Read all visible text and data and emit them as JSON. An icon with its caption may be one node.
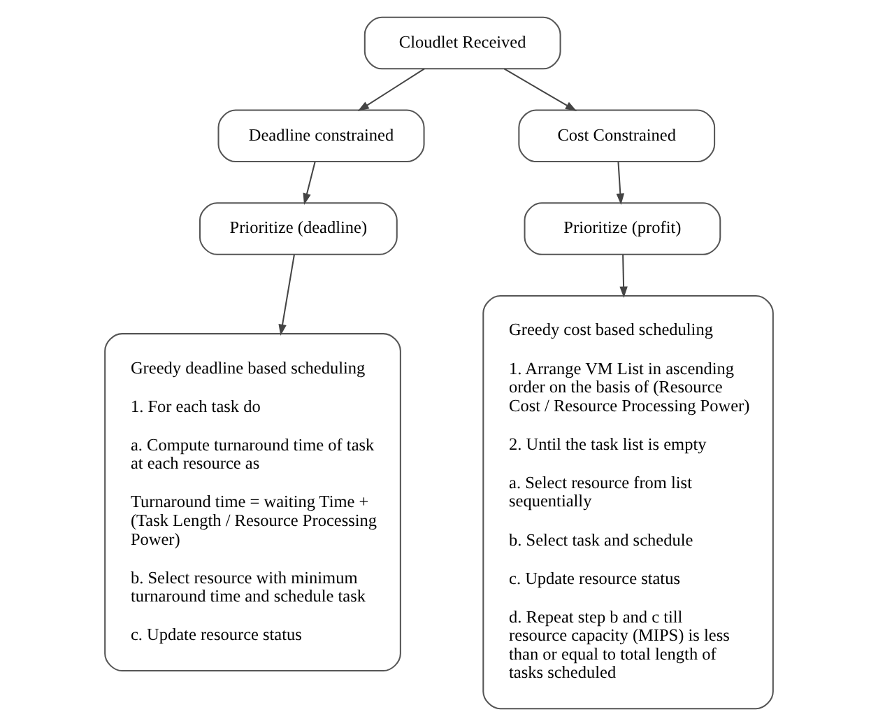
{
  "diagram": {
    "nodes": [
      {
        "text": [
          "Cloudlet Received"
        ]
      },
      {
        "text": [
          "Deadline constrained"
        ]
      },
      {
        "text": [
          "Cost Constrained"
        ]
      },
      {
        "text": [
          "Prioritize (deadline)"
        ]
      },
      {
        "text": [
          "Prioritize (profit)"
        ]
      },
      {
        "text": [
          "Greedy deadline based scheduling",
          "1. For each task do",
          "a. Compute turnaround time of task at each resource as",
          "Turnaround time = waiting Time + (Task Length / Resource Processing Power)",
          "b. Select resource with minimum turnaround time and schedule task",
          "c. Update resource status"
        ]
      },
      {
        "text": [
          "Greedy cost based scheduling",
          "1. Arrange VM List in ascending order on the basis of (Resource Cost / Resource Processing Power)",
          "2. Until the task list is empty",
          "a. Select resource from list sequentially",
          "b. Select task and schedule",
          "c. Update resource status",
          "d. Repeat step b and c till resource capacity (MIPS) is less than or equal to total length of tasks scheduled"
        ]
      }
    ],
    "edges": [
      {
        "from": 0,
        "to": 1,
        "arrow": "to"
      },
      {
        "from": 0,
        "to": 2,
        "arrow": "to"
      },
      {
        "from": 1,
        "to": 3,
        "arrow": "to"
      },
      {
        "from": 2,
        "to": 4,
        "arrow": "to"
      },
      {
        "from": 3,
        "to": 5,
        "arrow": "to"
      },
      {
        "from": 4,
        "to": 6,
        "arrow": "to"
      }
    ]
  }
}
